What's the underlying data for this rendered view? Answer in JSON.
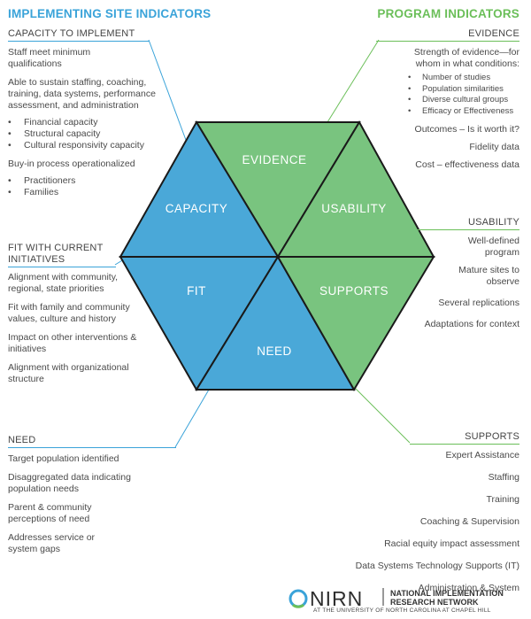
{
  "titles": {
    "left": "IMPLEMENTING SITE INDICATORS",
    "right": "PROGRAM INDICATORS"
  },
  "capacity": {
    "header": "CAPACITY TO IMPLEMENT",
    "items": [
      "Staff meet minimum qualifications",
      "Able to sustain staffing, coaching, training, data systems, performance assessment, and administration"
    ],
    "bullets1": [
      "Financial capacity",
      "Structural capacity",
      "Cultural responsivity capacity"
    ],
    "item3": "Buy-in process operationalized",
    "bullets2": [
      "Practitioners",
      "Families"
    ]
  },
  "fit": {
    "header": "FIT WITH CURRENT INITIATIVES",
    "items": [
      "Alignment with community, regional, state priorities",
      "Fit with family and community values, culture and history",
      "Impact on other interventions & initiatives",
      "Alignment with organizational structure"
    ]
  },
  "need": {
    "header": "NEED",
    "items": [
      "Target population identified",
      "Disaggregated data indicating population needs",
      "Parent & community perceptions of need",
      "Addresses service or system gaps"
    ]
  },
  "evidence": {
    "header": "EVIDENCE",
    "intro": "Strength of evidence—for whom in what conditions:",
    "bullets": [
      "Number of studies",
      "Population similarities",
      "Diverse cultural groups",
      "Efficacy or Effectiveness"
    ],
    "items": [
      "Outcomes – Is it worth it?",
      "Fidelity data",
      "Cost – effectiveness data"
    ]
  },
  "usability": {
    "header": "USABILITY",
    "items": [
      "Well-defined program",
      "Mature sites to observe",
      "Several replications",
      "Adaptations for context"
    ]
  },
  "supports": {
    "header": "SUPPORTS",
    "items": [
      "Expert Assistance",
      "Staffing",
      "Training",
      "Coaching & Supervision",
      "Racial equity impact assessment",
      "Data Systems Technology Supports (IT)",
      "Administration & System"
    ]
  },
  "hexagon": {
    "capacity": "CAPACITY",
    "fit": "FIT",
    "need": "NEED",
    "evidence": "EVIDENCE",
    "usability": "USABILITY",
    "supports": "SUPPORTS"
  },
  "colors": {
    "blue": "#4aa8d8",
    "green": "#79c47f",
    "outline": "#1a1a1a"
  },
  "footer": {
    "logo": "NIRN",
    "line1": "NATIONAL IMPLEMENTATION",
    "line2": "RESEARCH NETWORK",
    "sub": "AT THE UNIVERSITY OF NORTH CAROLINA AT CHAPEL HILL"
  }
}
